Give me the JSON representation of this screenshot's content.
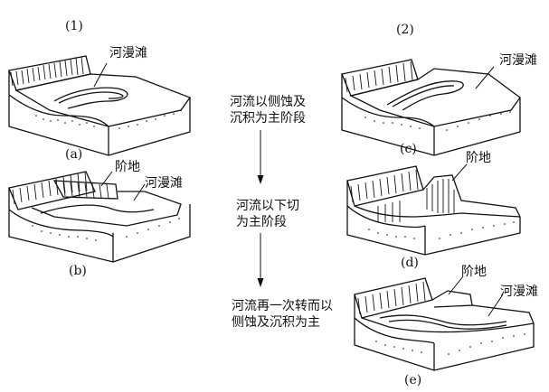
{
  "columns": {
    "left": "(1)",
    "right": "(2)"
  },
  "panels": [
    {
      "id": "a",
      "label": "(a)",
      "annotations": [
        "河漫滩"
      ]
    },
    {
      "id": "b",
      "label": "(b)",
      "annotations": [
        "阶地",
        "河漫滩"
      ]
    },
    {
      "id": "c",
      "label": "(c)",
      "annotations": [
        "河漫滩"
      ]
    },
    {
      "id": "d",
      "label": "(d)",
      "annotations": [
        "阶地"
      ]
    },
    {
      "id": "e",
      "label": "(e)",
      "annotations": [
        "阶地",
        "河漫滩"
      ]
    }
  ],
  "stages": [
    {
      "text": "河流以侧蚀及\n沉积为主阶段"
    },
    {
      "text": "河流以下切\n为主阶段"
    },
    {
      "text": "河流再一次转而以\n侧蚀及沉积为主"
    }
  ]
}
